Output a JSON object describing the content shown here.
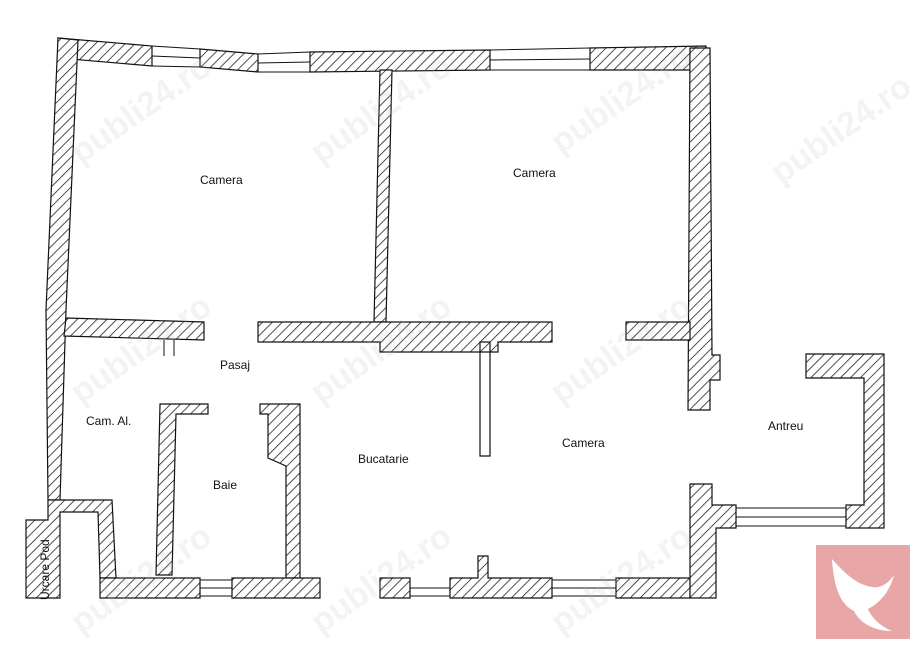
{
  "labels": {
    "camera_top_left": "Camera",
    "camera_top_right": "Camera",
    "pasaj": "Pasaj",
    "cam_al": "Cam. Al.",
    "bucatarie": "Bucatarie",
    "camera_bottom": "Camera",
    "antreu": "Antreu",
    "baie": "Baie",
    "urcare_pod": "Urcare Pod"
  },
  "watermark_text": "publi24.ro",
  "colors": {
    "wall_hatch": "#222222",
    "background": "#ffffff",
    "logo_bg": "#e9a6a6",
    "logo_fg": "#ffffff"
  },
  "logo_icon": "dove-logo-icon"
}
